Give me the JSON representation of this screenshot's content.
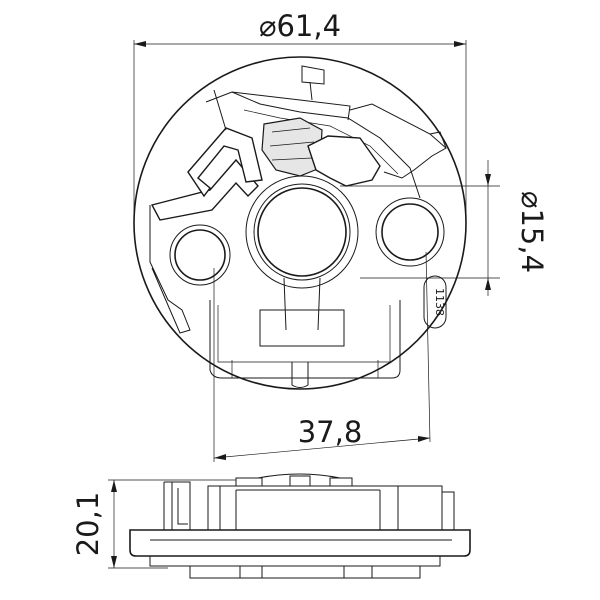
{
  "dimensions": {
    "outer_diameter": "⌀61,4",
    "hole_diameter": "⌀15,4",
    "hole_spacing": "37,8",
    "height": "20,1"
  },
  "part_stamp": "1138",
  "colors": {
    "line": "#1a1a1a",
    "shade": "#e6e6e6",
    "background": "#ffffff"
  }
}
